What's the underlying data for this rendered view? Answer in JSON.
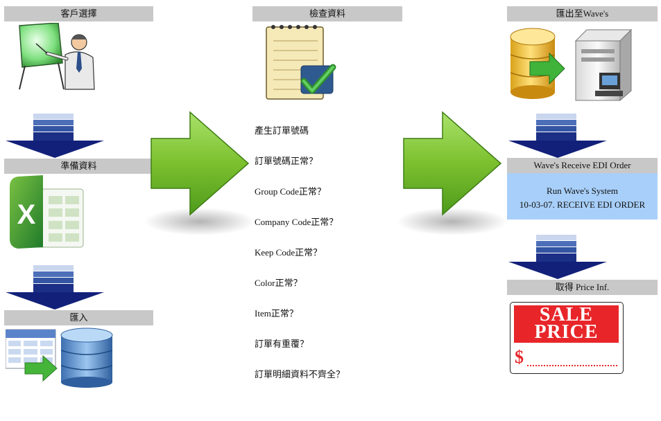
{
  "left_column": {
    "customer_select_label": "客戶選擇",
    "prepare_data_label": "準備資料",
    "import_label": "匯入"
  },
  "middle_column": {
    "check_data_label": "檢查資料",
    "check_items": [
      "產生訂單號碼",
      "訂單號碼正常？",
      "Group Code正常？",
      "Company Code正常？",
      "Keep Code正常？",
      "Color正常？",
      "Item正常？",
      "訂單有重覆？",
      "訂單明細資料不齊全？"
    ]
  },
  "right_column": {
    "export_label": "匯出至Wave's",
    "receive_label": "Wave's Receive EDI Order",
    "receive_detail_line1": "Run Wave's System",
    "receive_detail_line2": "10-03-07. RECEIVE EDI ORDER",
    "price_label": "取得 Price Inf.",
    "sale_sign_line1": "SALE",
    "sale_sign_line2": "PRICE",
    "sale_sign_currency": "$"
  },
  "colors": {
    "header_bg": "#c8c8c8",
    "arrow_green": "#7cc02e",
    "arrow_navy": "#12207a",
    "info_box_bg": "#a8cff9",
    "sale_red": "#e8262a"
  }
}
